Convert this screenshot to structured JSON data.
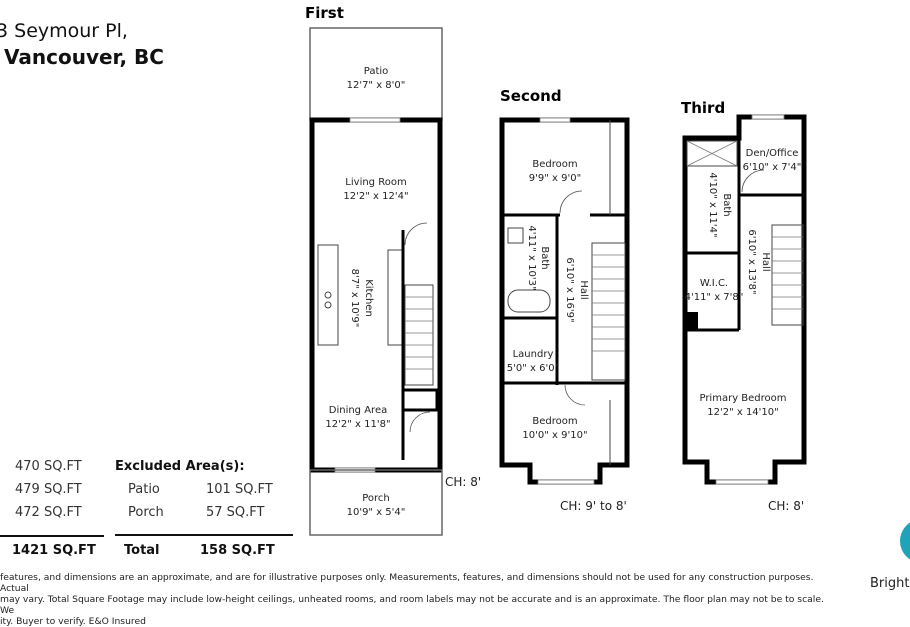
{
  "address": {
    "line1": "3 Seymour Pl,",
    "line2": "Vancouver, BC"
  },
  "floor_areas": [
    "470 SQ.FT",
    "479 SQ.FT",
    "472 SQ.FT"
  ],
  "floor_total": "1421 SQ.FT",
  "excluded": {
    "heading": "Excluded Area(s):",
    "items": [
      {
        "name": "Patio",
        "area": "101 SQ.FT"
      },
      {
        "name": "Porch",
        "area": "57 SQ.FT"
      }
    ],
    "total_label": "Total",
    "total": "158 SQ.FT"
  },
  "floors": {
    "first": {
      "title": "First",
      "ceiling": "CH: 8'",
      "rooms": {
        "patio": {
          "name": "Patio",
          "dim": "12'7\" x 8'0\""
        },
        "living": {
          "name": "Living Room",
          "dim": "12'2\" x 12'4\""
        },
        "kitchen": {
          "name": "Kitchen",
          "dim": "8'7\" x 10'9\""
        },
        "dining": {
          "name": "Dining Area",
          "dim": "12'2\" x 11'8\""
        },
        "porch": {
          "name": "Porch",
          "dim": "10'9\" x 5'4\""
        }
      }
    },
    "second": {
      "title": "Second",
      "ceiling": "CH: 9' to 8'",
      "rooms": {
        "bedroom1": {
          "name": "Bedroom",
          "dim": "9'9\" x 9'0\""
        },
        "bath": {
          "name": "Bath",
          "dim": "4'11\" x 10'3\""
        },
        "hall": {
          "name": "Hall",
          "dim": "6'10\" x 16'9\""
        },
        "laundry": {
          "name": "Laundry",
          "dim": "5'0\" x 6'0\""
        },
        "bedroom2": {
          "name": "Bedroom",
          "dim": "10'0\" x 9'10\""
        }
      }
    },
    "third": {
      "title": "Third",
      "ceiling": "CH: 8'",
      "rooms": {
        "den": {
          "name": "Den/Office",
          "dim": "6'10\" x 7'4\""
        },
        "bath": {
          "name": "Bath",
          "dim": "4'10\" x 11'4\""
        },
        "hall": {
          "name": "Hall",
          "dim": "6'10\" x 13'8\""
        },
        "wic": {
          "name": "W.I.C.",
          "dim": "4'11\" x 7'8\""
        },
        "primary": {
          "name": "Primary Bedroom",
          "dim": "12'2\" x 14'10\""
        }
      }
    }
  },
  "disclaimer": [
    "features, and dimensions are an approximate, and are for illustrative purposes only. Measurements, features, and dimensions should not be used for any construction purposes. Actual",
    "may vary. Total Square Footage may include low-height ceilings, unheated rooms, and room labels may not be accurate and is an approximate. The floor plan may not be to scale. We",
    "ity. Buyer to verify. E&O Insured"
  ],
  "brand": {
    "name": "Bright",
    "color": "#1fa3b8"
  },
  "wall_color": "#000000"
}
